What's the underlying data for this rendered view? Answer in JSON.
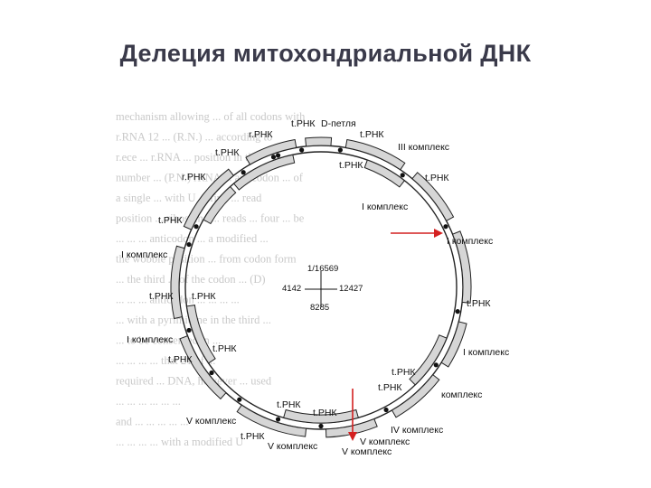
{
  "title": "Делеция митохондриальной ДНК",
  "center": {
    "top": "1/16569",
    "left": "4142",
    "right": "12427",
    "bottom": "8285"
  },
  "labels": {
    "dloop": "D-петля",
    "l_rrna_1": "r.РНК",
    "l_trna_top": "t.РНК",
    "l_trna_tr": "t.РНК",
    "l_complex3": "III комплекс",
    "l_trna_ul": "t.РНК",
    "l_trna_inner1": "t.РНК",
    "l_trna_right1": "t.РНК",
    "l_rrna_2": "r.РНК",
    "l_complex1_a": "I комплекс",
    "l_trna_l1": "t.РНК",
    "l_complex1_r": "I комплекс",
    "l_complex1_l": "I комплекс",
    "l_trna_l2": "t.РНК",
    "l_trna_l3": "t.РНК",
    "l_trna_r2": "t.РНК",
    "l_complex1_l2": "I комплекс",
    "l_trna_l4": "t.РНК",
    "l_complex1_r2": "I комплекс",
    "l_trna_l5": "t.РНК",
    "l_trna_r3": "t.РНК",
    "l_trna_r4": "t.РНК",
    "l_complex_r3": "комплекс",
    "l_trna_b1": "t.РНК",
    "l_trna_b2": "t.РНК",
    "l_complex5_a": "V комплекс",
    "l_complex4": "IV комплекс",
    "l_trna_b3": "t.РНК",
    "l_complex5_b": "V комплекс",
    "l_complex5_c": "V комплекс",
    "l_complex5_d": "V комплекс"
  },
  "background_text": [
    "mechanism allowing  ...  of all codons with",
    "r.RNA 12 ...  (R.N.)  ... according to",
    "r.ece ... r.RNA ...  position in the",
    "number ... (P.N.) rRNA ... anticodon ... of",
    "a single ... with U ... first ... read",
    "position ... ribosome ... reads ... four ... be",
    "... ... ... anticodon ... a modified ...",
    "the wobble position ... from codon form",
    "... the third ... of the codon ... (D)",
    "... ... ... anticodon ... ... ... ...",
    "... with a pyrimidine in the third ...",
    "... to be conserved in ...",
    "... ... ... ... that 21 of ...",
    "required ... DNA, however ... used",
    "... ... ... ... ... ...",
    "and ... ... ... ... ...",
    "... ... ... ... with a modified U"
  ],
  "colors": {
    "arrow": "#d42020",
    "ring": "#222222",
    "segment_fill": "#d6d6d6",
    "title": "#3a3a4a"
  }
}
